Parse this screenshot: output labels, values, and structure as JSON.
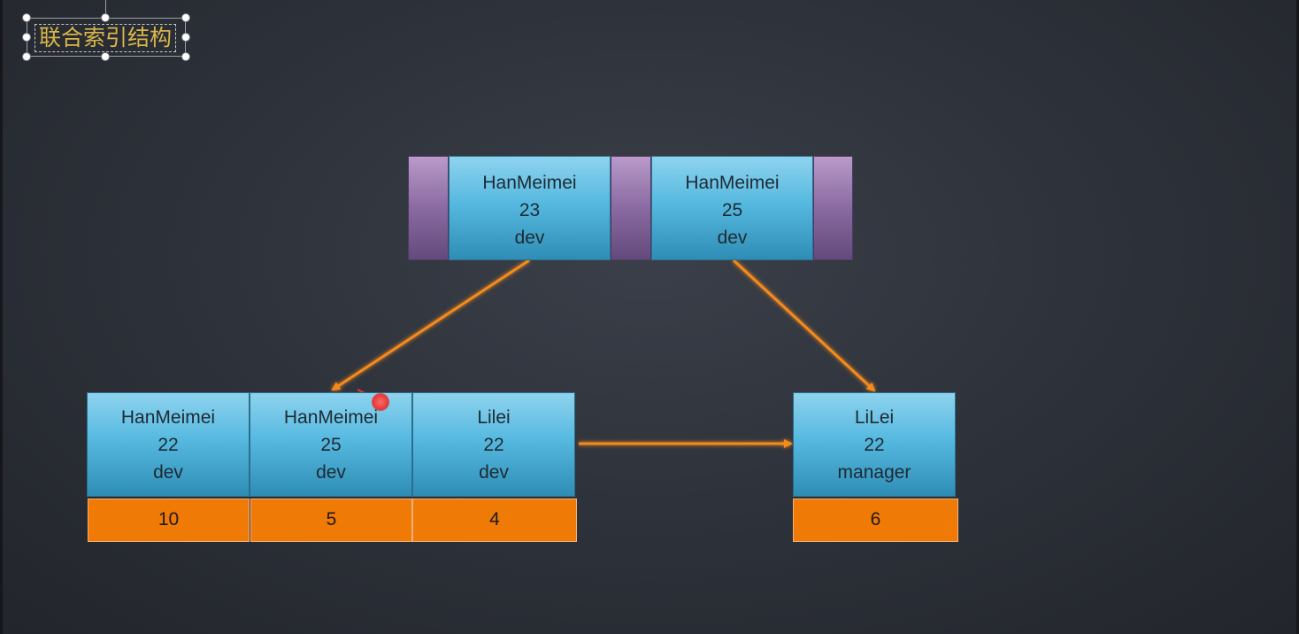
{
  "title": "联合索引结构",
  "root": {
    "keys": [
      {
        "name": "HanMeimei",
        "age": "23",
        "role": "dev"
      },
      {
        "name": "HanMeimei",
        "age": "25",
        "role": "dev"
      }
    ]
  },
  "leaf_left": {
    "keys": [
      {
        "name": "HanMeimei",
        "age": "22",
        "role": "dev",
        "rowid": "10"
      },
      {
        "name": "HanMeimei",
        "age": "25",
        "role": "dev",
        "rowid": "5"
      },
      {
        "name": "Lilei",
        "age": "22",
        "role": "dev",
        "rowid": "4"
      }
    ]
  },
  "leaf_right": {
    "keys": [
      {
        "name": "LiLei",
        "age": "22",
        "role": "manager",
        "rowid": "6"
      }
    ]
  },
  "colors": {
    "key_cell": "#56b9e0",
    "pointer_cell": "#8a6aa1",
    "rowid_cell": "#f07a06",
    "arrow": "#f58a1f",
    "title_text": "#d9b64a"
  }
}
